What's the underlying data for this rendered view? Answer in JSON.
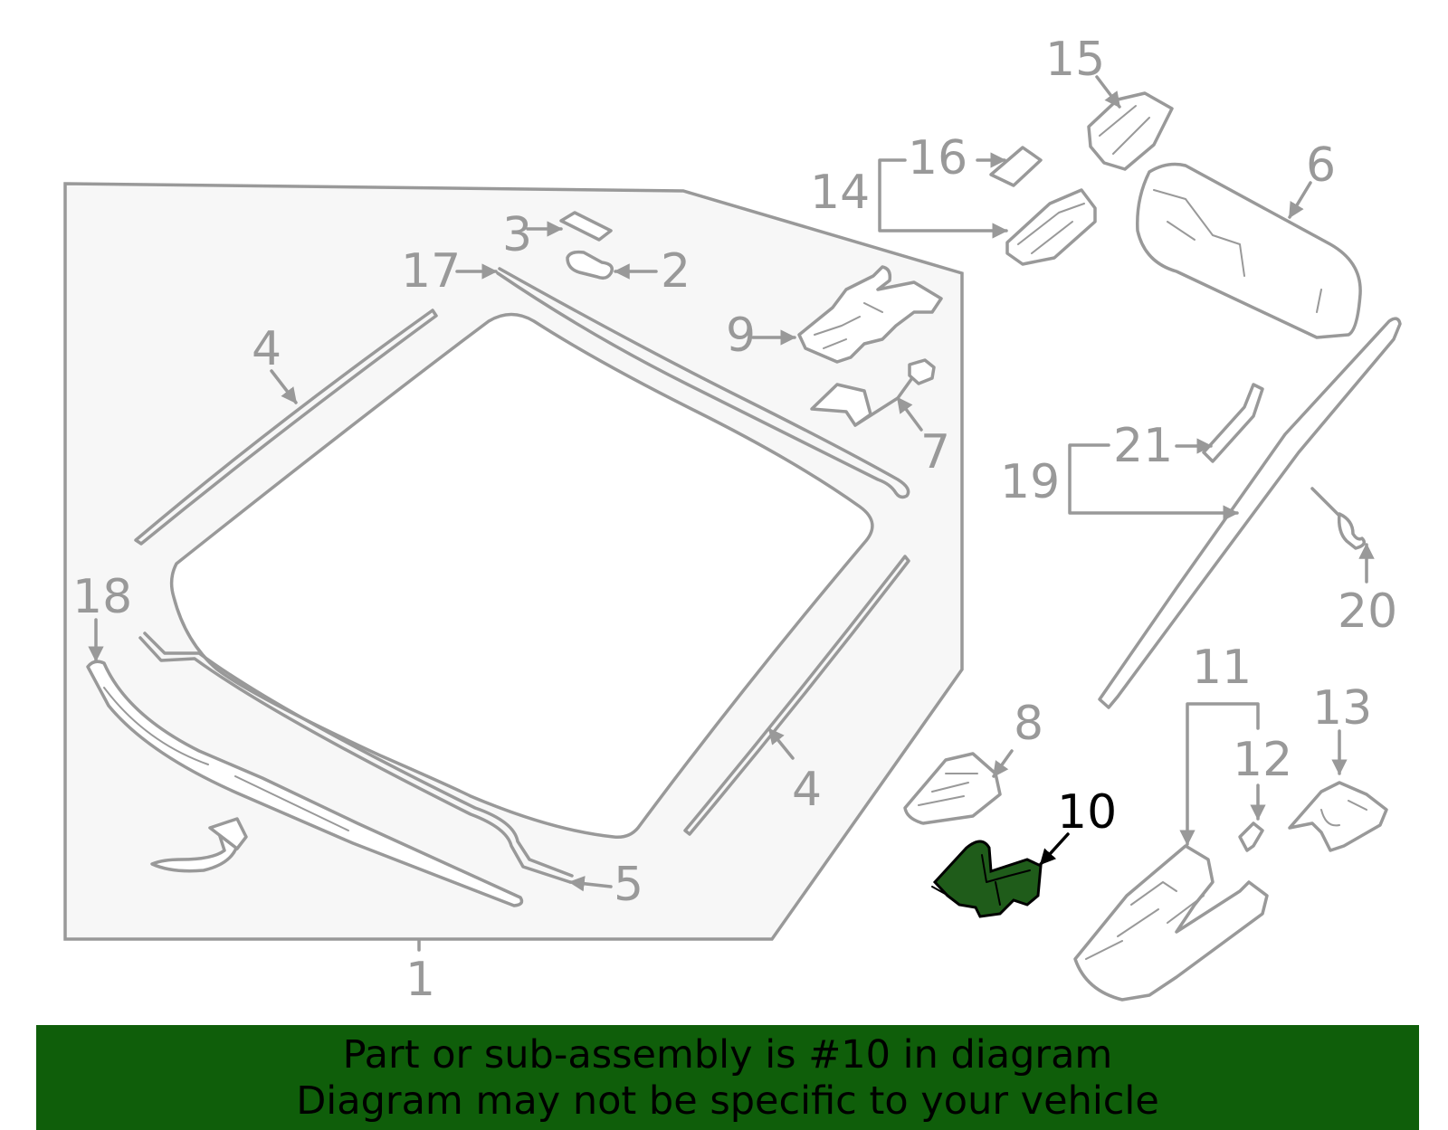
{
  "diagram": {
    "callouts": [
      {
        "num": "1"
      },
      {
        "num": "2"
      },
      {
        "num": "3"
      },
      {
        "num": "4"
      },
      {
        "num": "4"
      },
      {
        "num": "5"
      },
      {
        "num": "6"
      },
      {
        "num": "7"
      },
      {
        "num": "8"
      },
      {
        "num": "9"
      },
      {
        "num": "10"
      },
      {
        "num": "11"
      },
      {
        "num": "12"
      },
      {
        "num": "13"
      },
      {
        "num": "14"
      },
      {
        "num": "15"
      },
      {
        "num": "16"
      },
      {
        "num": "17"
      },
      {
        "num": "18"
      },
      {
        "num": "19"
      },
      {
        "num": "20"
      },
      {
        "num": "21"
      }
    ],
    "highlighted_part": "10",
    "colors": {
      "line": "#999999",
      "panel": "#f7f7f7",
      "highlight_fill": "#1f5c1a",
      "banner": "#0f5e0a",
      "banner_text": "#000000"
    }
  },
  "banner": {
    "line1": "Part or sub-assembly is #10 in diagram",
    "line2": "Diagram may not be specific to your vehicle"
  }
}
